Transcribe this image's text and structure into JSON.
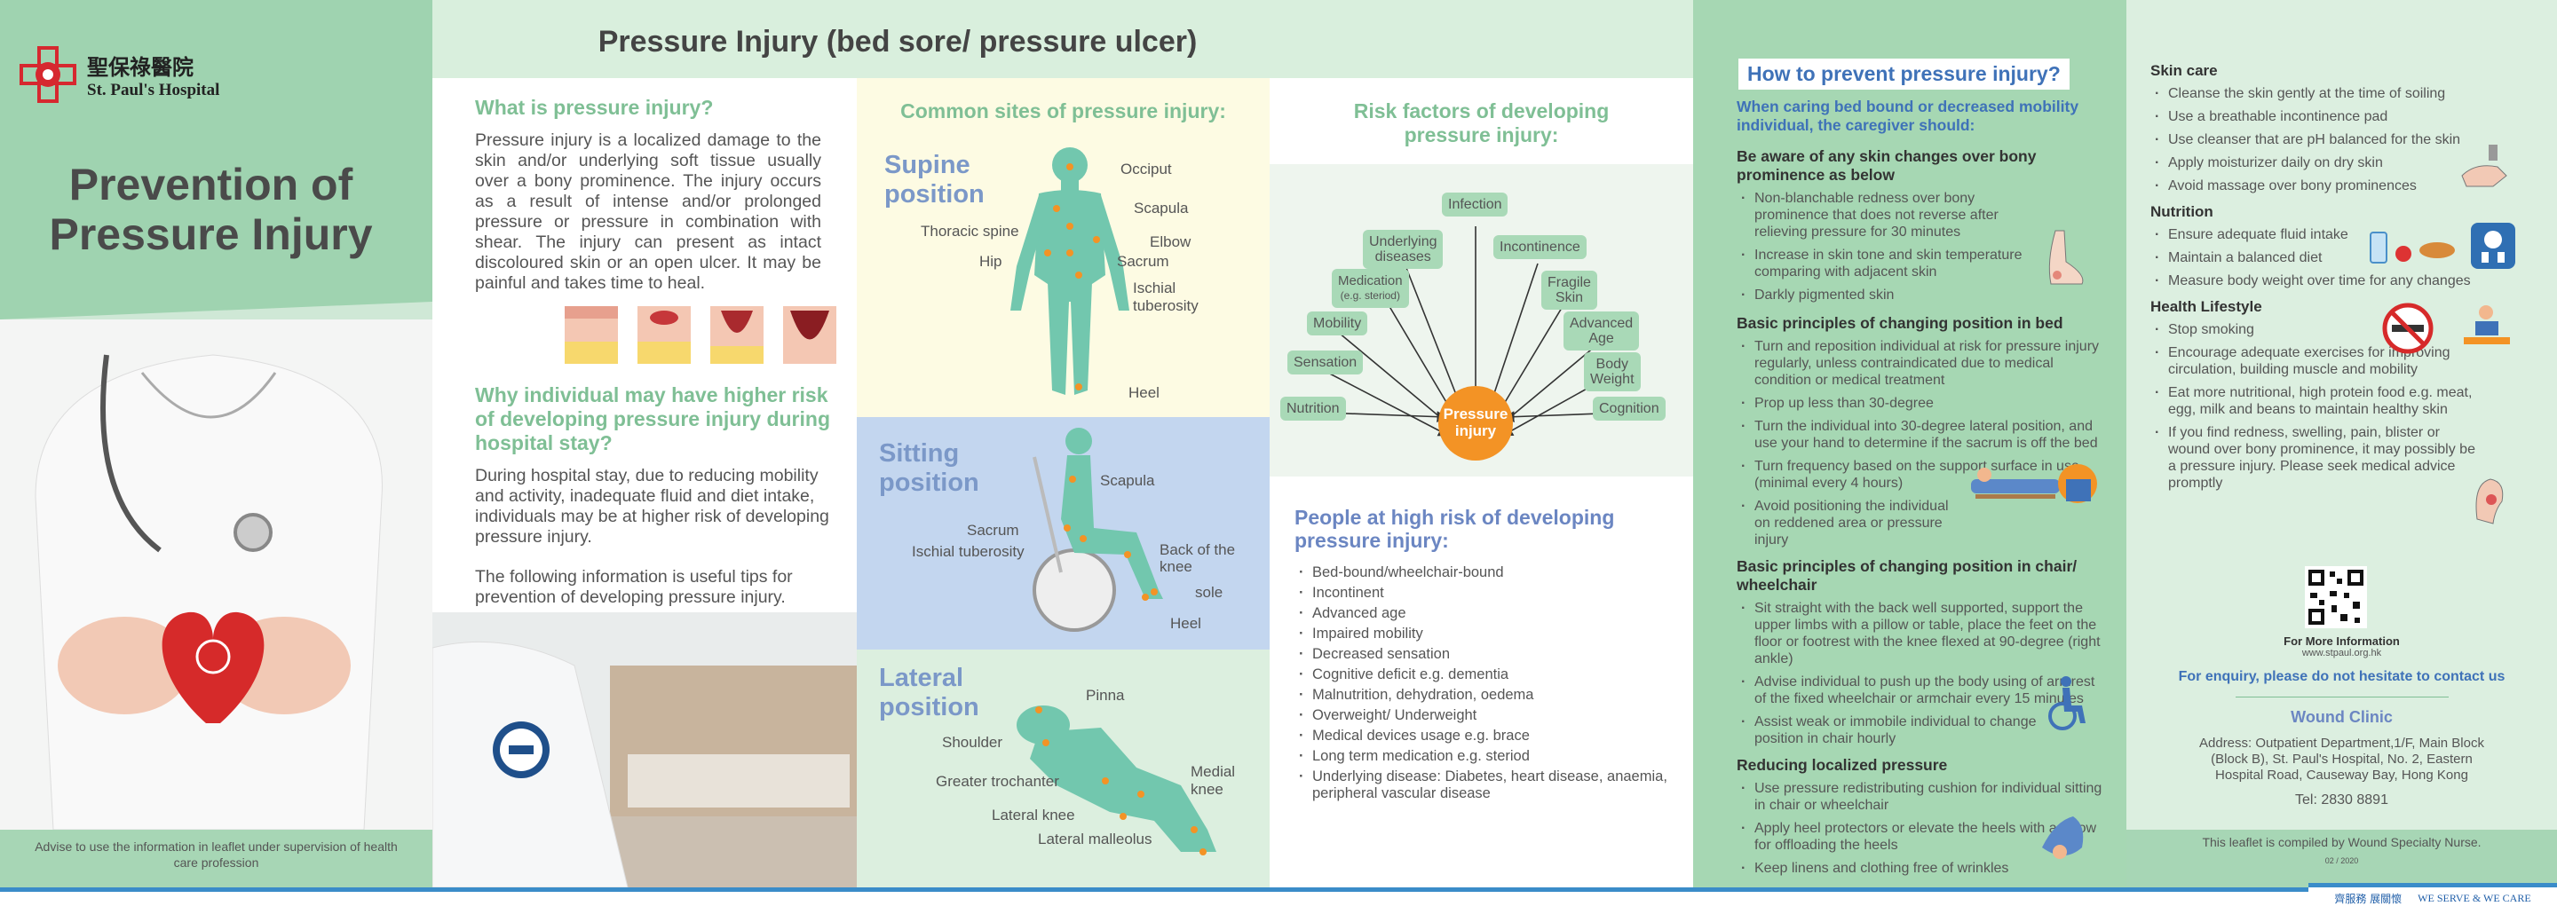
{
  "hospital": {
    "name_zh": "聖保祿醫院",
    "name_en": "St. Paul's Hospital"
  },
  "cover": {
    "title_line1": "Prevention of",
    "title_line2": "Pressure Injury",
    "footer": "Advise to use the information in leaflet under supervision of health care profession"
  },
  "main_title": "Pressure Injury (bed sore/ pressure ulcer)",
  "what": {
    "heading": "What is pressure injury?",
    "body": "Pressure injury is a localized damage to the skin and/or underlying soft tissue usually over a bony prominence. The injury occurs as a result of intense and/or prolonged pressure or pressure in combination with shear. The injury can present as intact discoloured skin or an open ulcer. It may be painful and takes time to heal."
  },
  "why": {
    "heading": "Why individual may have higher risk of developing pressure injury during hospital stay?",
    "body": "During hospital stay, due to reducing mobility and activity, inadequate fluid and diet intake, individuals may be at higher risk of developing pressure injury.",
    "tips": "The following information is useful tips for prevention of developing pressure injury."
  },
  "sites": {
    "heading": "Common sites of pressure injury:",
    "supine": {
      "title_line1": "Supine",
      "title_line2": "position",
      "labels": [
        "Occiput",
        "Scapula",
        "Thoracic spine",
        "Elbow",
        "Hip",
        "Sacrum",
        "Ischial",
        "tuberosity",
        "Heel"
      ]
    },
    "sitting": {
      "title_line1": "Sitting",
      "title_line2": "position",
      "labels": [
        "Scapula",
        "Sacrum",
        "Ischial tuberosity",
        "Back of the",
        "knee",
        "sole",
        "Heel"
      ]
    },
    "lateral": {
      "title_line1": "Lateral",
      "title_line2": "position",
      "labels": [
        "Pinna",
        "Shoulder",
        "Greater trochanter",
        "Medial",
        "knee",
        "Lateral knee",
        "Lateral malleolus"
      ]
    }
  },
  "risk": {
    "heading_line1": "Risk factors of developing",
    "heading_line2": "pressure injury:",
    "center_line1": "Pressure",
    "center_line2": "injury",
    "factors": [
      "Infection",
      "Underlying",
      "diseases",
      "Incontinence",
      "Medication",
      "(e.g. steriod)",
      "Fragile",
      "Skin",
      "Mobility",
      "Advanced",
      "Age",
      "Sensation",
      "Body",
      "Weight",
      "Nutrition",
      "Cognition"
    ]
  },
  "high_risk": {
    "heading_line1": "People at high risk of developing",
    "heading_line2": "pressure injury:",
    "items": [
      "Bed-bound/wheelchair-bound",
      "Incontinent",
      "Advanced age",
      "Impaired mobility",
      "Decreased sensation",
      "Cognitive deficit e.g. dementia",
      "Malnutrition, dehydration, oedema",
      "Overweight/ Underweight",
      "Medical devices usage e.g. brace",
      "Long term medication e.g. steriod",
      "Underlying disease: Diabetes, heart disease, anaemia, peripheral vascular disease"
    ]
  },
  "prevent": {
    "heading": "How to prevent pressure injury?",
    "intro": "When caring bed bound or decreased mobility individual, the caregiver should:",
    "aware": {
      "heading": "Be aware of any skin changes over bony prominence as below",
      "items": [
        "Non-blanchable redness over bony prominence that does not reverse  after relieving pressure for 30 minutes",
        "Increase in skin tone and skin temperature comparing with adjacent skin",
        "Darkly pigmented skin"
      ]
    },
    "bed": {
      "heading": "Basic principles of changing position in bed",
      "items": [
        "Turn and reposition individual at risk for pressure injury regularly, unless contraindicated due to medical condition or medical treatment",
        "Prop up less than 30-degree",
        "Turn the individual into 30-degree lateral position, and use your hand to determine if the sacrum is off the bed",
        "Turn frequency based on the support surface in use (minimal every 4 hours)",
        "Avoid positioning the individual on reddened area or pressure injury"
      ]
    },
    "chair": {
      "heading": "Basic principles of changing position in chair/ wheelchair",
      "items": [
        "Sit straight with the back well supported, support the upper limbs with a pillow or table, place the feet on the floor or footrest with the knee flexed at 90-degree (right ankle)",
        "Advise individual to push up the body using of armrest of the fixed wheelchair or armchair every 15 minutes",
        "Assist weak or immobile individual to change position in chair hourly"
      ]
    },
    "reduce": {
      "heading": "Reducing localized pressure",
      "items": [
        "Use pressure redistributing cushion for individual sitting in chair or wheelchair",
        "Apply heel protectors or elevate the heels with a pillow for offloading the heels",
        "Keep linens and clothing free of wrinkles"
      ]
    }
  },
  "skin": {
    "heading": "Skin care",
    "items": [
      "Cleanse the skin gently at the time of soiling",
      "Use a breathable incontinence pad",
      "Use cleanser that are pH balanced for the skin",
      "Apply moisturizer daily on dry skin",
      "Avoid massage over bony prominences"
    ]
  },
  "nutrition": {
    "heading": "Nutrition",
    "items": [
      "Ensure adequate fluid intake",
      "Maintain a balanced diet",
      "Measure body weight over time for any changes"
    ]
  },
  "lifestyle": {
    "heading": "Health Lifestyle",
    "items": [
      "Stop smoking",
      "Encourage adequate exercises for improving circulation, building muscle and mobility",
      "Eat more nutritional, high protein food  e.g. meat, egg, milk and beans to maintain healthy skin",
      "If you find redness, swelling, pain, blister or wound over bony prominence, it may possibly be a pressure injury. Please seek medical advice promptly"
    ]
  },
  "contact": {
    "more_info": "For More Information",
    "url": "www.stpaul.org.hk",
    "enquiry": "For enquiry, please do not hesitate to contact us",
    "clinic": "Wound Clinic",
    "address": "Address: Outpatient Department,1/F, Main Block (Block B), St. Paul's Hospital, No. 2, Eastern Hospital Road, Causeway Bay, Hong Kong",
    "tel": "Tel: 2830 8891",
    "compiled": "This leaflet is compiled by Wound Specialty Nurse.",
    "date": "02 / 2020"
  },
  "slogan": {
    "zh": "齊服務  展關懷",
    "en": "WE SERVE & WE CARE"
  },
  "colors": {
    "mint": "#9fd3b0",
    "accent_green": "#7fbf95",
    "blue_heading": "#3f72b8",
    "orange": "#f39325"
  }
}
